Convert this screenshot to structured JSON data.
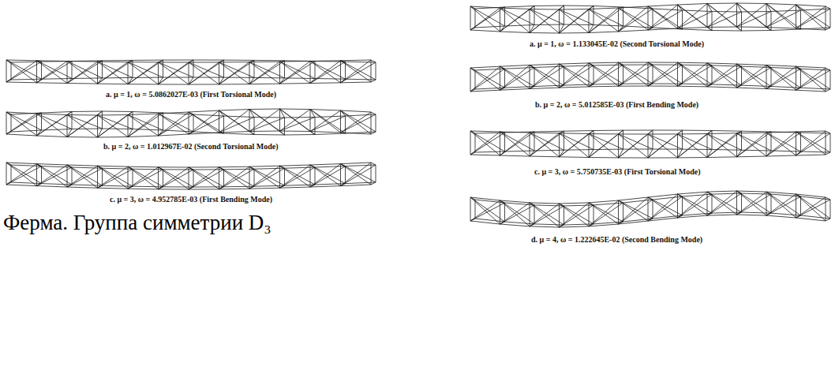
{
  "diagram": {
    "labels": [
      "a. μ = 1, ω = 5.0862027E-03 (First Torsional Mode)",
      "b. μ = 2, ω = 1.012967E-02 (Second Torsional Mode)",
      "c. μ = 3, ω = 4.952785E-03 (First Bending Mode)",
      "Ферма. Группа симметрии D₃",
      "a. μ = 1, ω = 1.133045E-02 (Second Torsional Mode)",
      "b. μ = 2, ω = 5.012585E-03 (First Bending Mode)",
      "c. μ = 3, ω = 5.750735E-03 (First Torsional Mode)",
      "d. μ = 4, ω = 1.222645E-02 (Second Bending Mode)"
    ]
  }
}
